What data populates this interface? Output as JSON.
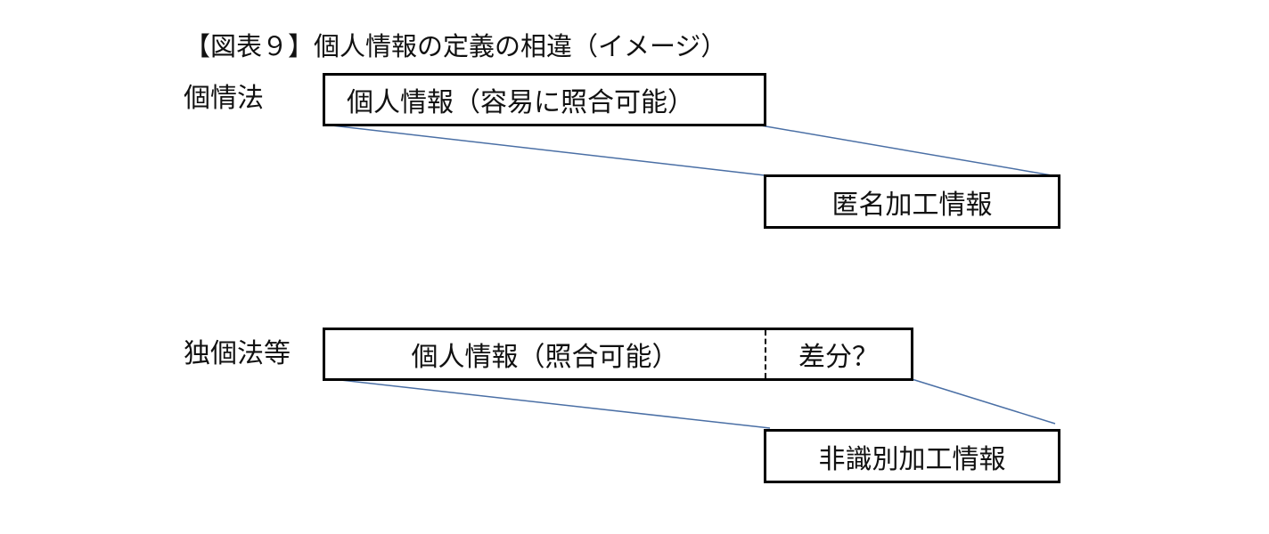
{
  "title": "【図表９】個人情報の定義の相違（イメージ）",
  "rows": [
    {
      "label": "個情法",
      "upper_box": "個人情報（容易に照合可能）",
      "lower_box": "匿名加工情報"
    },
    {
      "label": "独個法等",
      "upper_box_main": "個人情報（照合可能）",
      "upper_box_diff": "差分？",
      "lower_box": "非識別加工情報"
    }
  ],
  "colors": {
    "connector": "#4a6fa5",
    "box_border": "#000000"
  }
}
